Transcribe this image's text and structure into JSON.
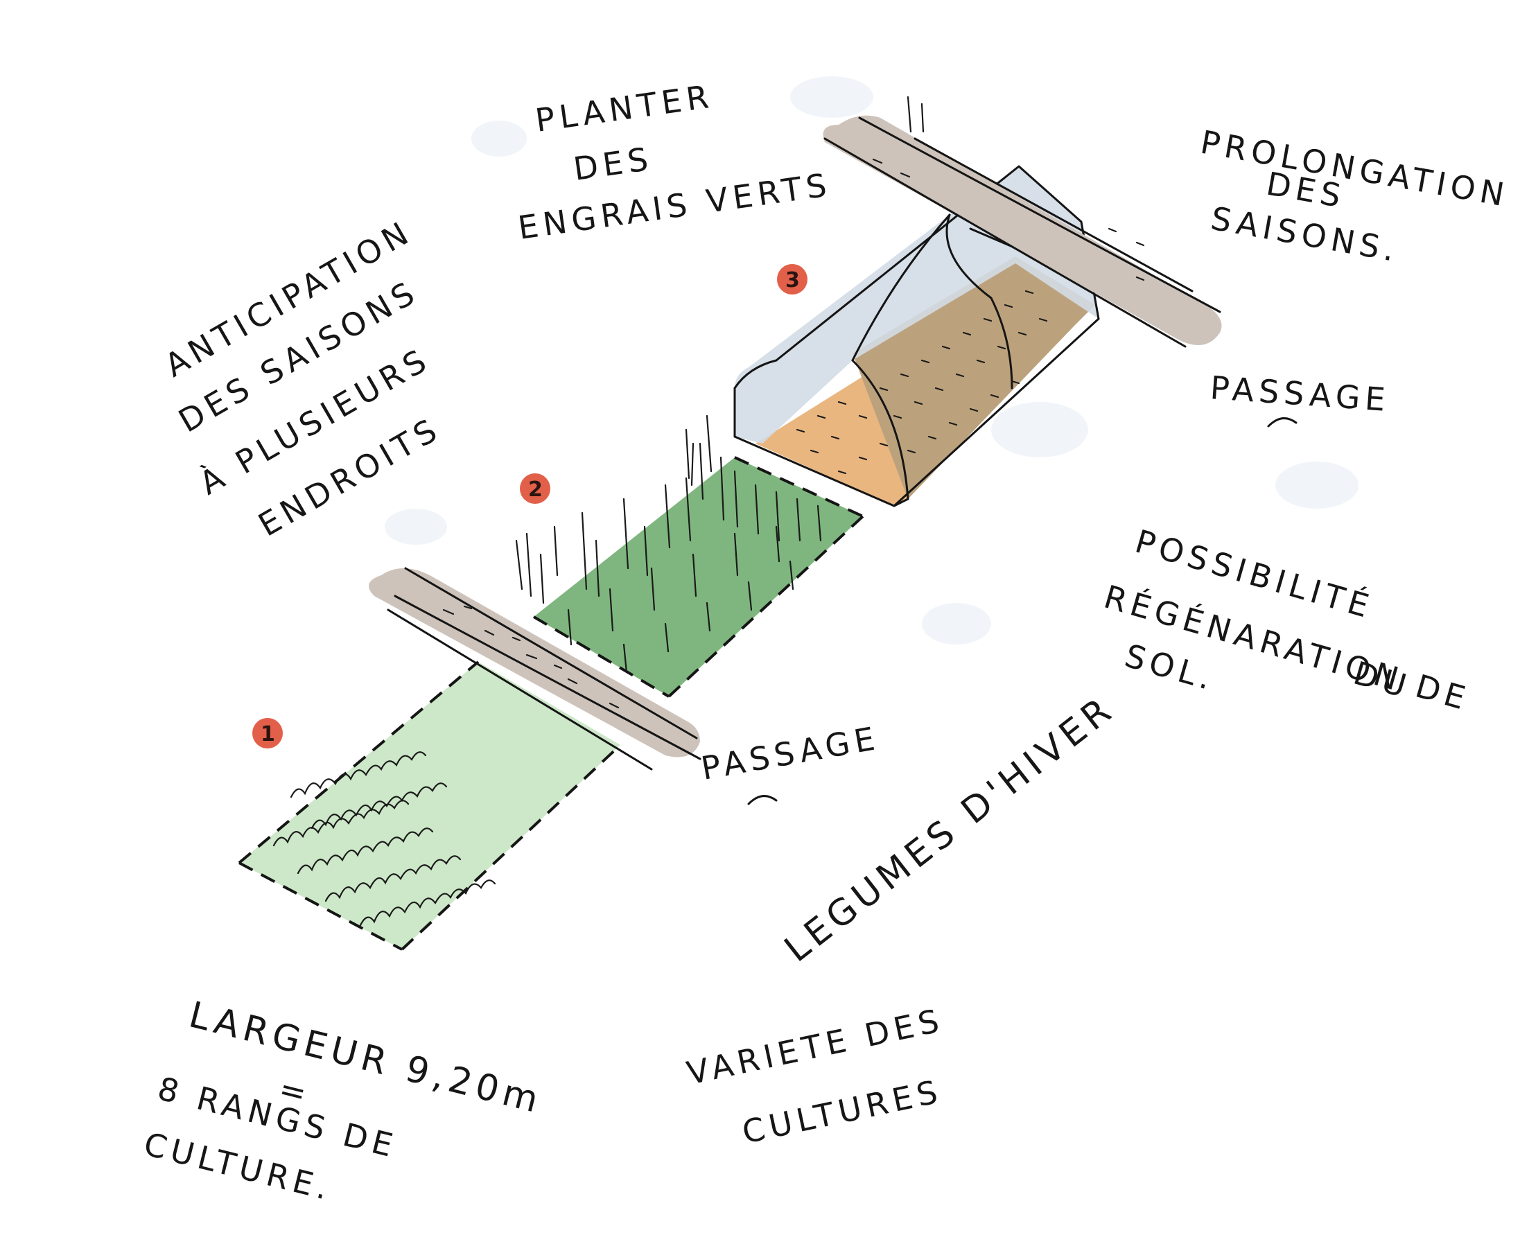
{
  "labels": {
    "anticipation": [
      "ANTICIPATION",
      "DES SAISONS",
      "À PLUSIEURS",
      "ENDROITS"
    ],
    "engrais": [
      "PLANTER",
      "DES",
      "ENGRAIS VERTS"
    ],
    "prolongation": [
      "PROLONGATION",
      "DES",
      "SAISONS."
    ],
    "passage_top": "PASSAGE",
    "passage_middle": "PASSAGE",
    "regeneration": [
      "POSSIBILITÉ",
      "RÉGÉNARATION DE",
      "SOL.",
      "DU"
    ],
    "legumes": "LEGUMES D'HIVER",
    "largeur": [
      "LARGEUR 9,20m",
      "=",
      "8 RANGS DE",
      "CULTURE."
    ],
    "variete": [
      "VARIETE DES",
      "CULTURES"
    ]
  },
  "markers": [
    {
      "id": "marker-1",
      "text": "1"
    },
    {
      "id": "marker-2",
      "text": "2"
    },
    {
      "id": "marker-3",
      "text": "3"
    }
  ],
  "colors": {
    "plot_1_green": "#cde8c8",
    "plot_2_green": "#7fb67f",
    "passage_grey": "#cdc3bb",
    "greenhouse_glass": "#d3dce6",
    "soil_orange": "#eab67f",
    "soil_brown": "#bca27c",
    "marker_red": "#e2604a",
    "ink": "#151515"
  }
}
